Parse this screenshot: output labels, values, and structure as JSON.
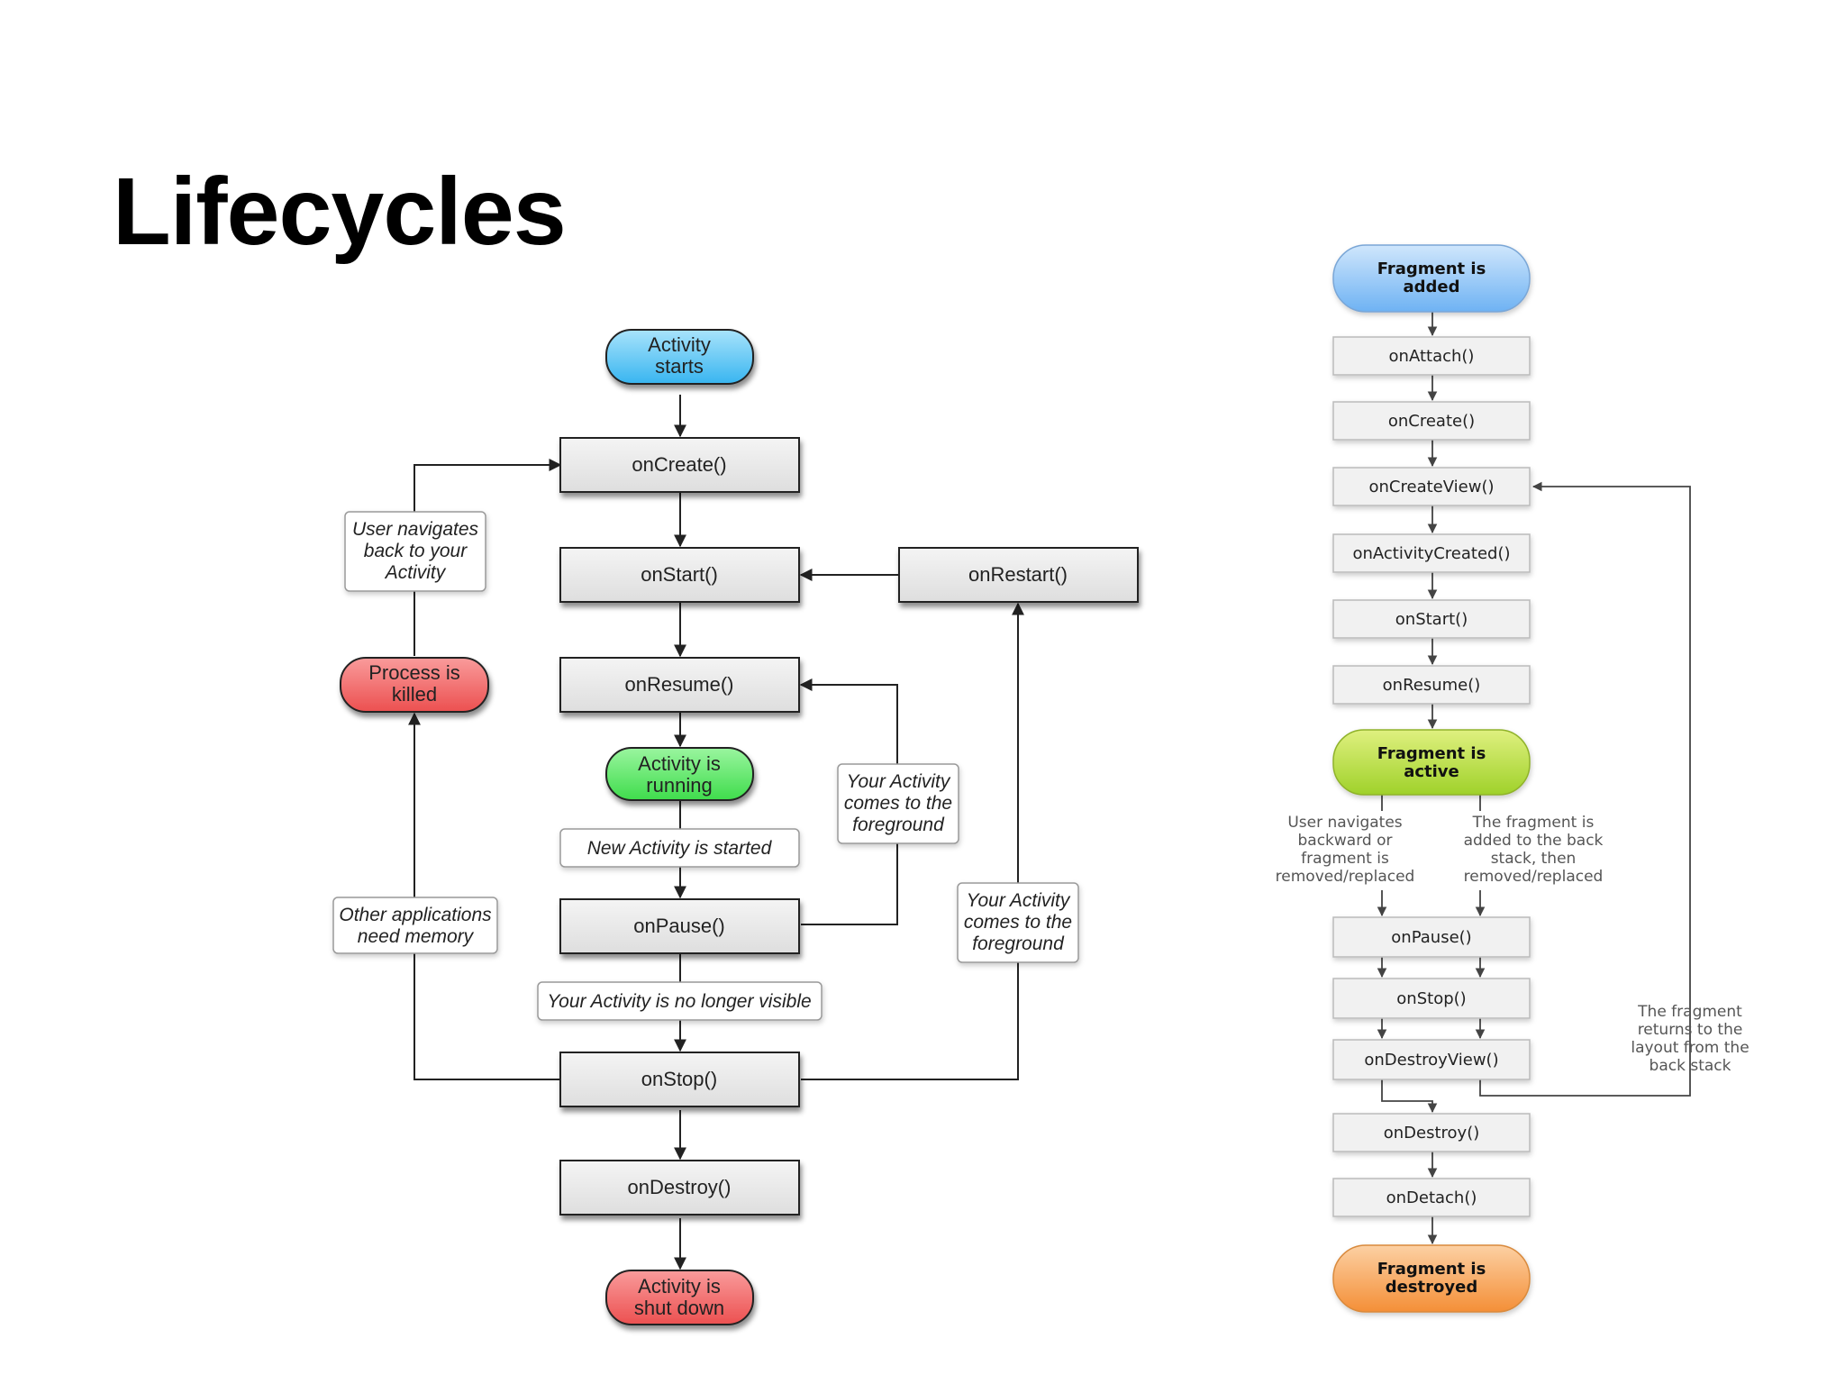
{
  "title": "Lifecycles",
  "colors": {
    "start": "#5cc8f5",
    "running": "#5fe86a",
    "killed": "#f26b6b",
    "frag_start": "#8cc4f7",
    "frag_active": "#b5dd3a",
    "frag_end": "#f9a65a",
    "box": "#ececec",
    "line": "#333333"
  },
  "activity": {
    "start": [
      "Activity",
      "starts"
    ],
    "on_create": "onCreate()",
    "on_start": "onStart()",
    "on_restart": "onRestart()",
    "on_resume": "onResume()",
    "running": [
      "Activity is",
      "running"
    ],
    "new_activity_note": "New Activity is started",
    "on_pause": "onPause()",
    "no_longer_visible_note": "Your Activity is no longer visible",
    "on_stop": "onStop()",
    "on_destroy": "onDestroy()",
    "shut_down": [
      "Activity is",
      "shut down"
    ],
    "process_killed": [
      "Process is",
      "killed"
    ],
    "user_navigates_note": [
      "User navigates",
      "back to your",
      "Activity"
    ],
    "other_apps_note": [
      "Other applications",
      "need memory"
    ],
    "foreground_note_1": [
      "Your Activity",
      "comes to the",
      "foreground"
    ],
    "foreground_note_2": [
      "Your Activity",
      "comes to the",
      "foreground"
    ]
  },
  "fragment": {
    "added": [
      "Fragment is",
      "added"
    ],
    "on_attach": "onAttach()",
    "on_create": "onCreate()",
    "on_create_view": "onCreateView()",
    "on_activity_created": "onActivityCreated()",
    "on_start": "onStart()",
    "on_resume": "onResume()",
    "active": [
      "Fragment is",
      "active"
    ],
    "backward_note": [
      "User navigates",
      "backward or",
      "fragment is",
      "removed/replaced"
    ],
    "backstack_note": [
      "The fragment is",
      "added to the back",
      "stack, then",
      "removed/replaced"
    ],
    "on_pause": "onPause()",
    "on_stop": "onStop()",
    "on_destroy_view": "onDestroyView()",
    "returns_note": [
      "The fragment",
      "returns to the",
      "layout from the",
      "back stack"
    ],
    "on_destroy": "onDestroy()",
    "on_detach": "onDetach()",
    "destroyed": [
      "Fragment is",
      "destroyed"
    ]
  }
}
